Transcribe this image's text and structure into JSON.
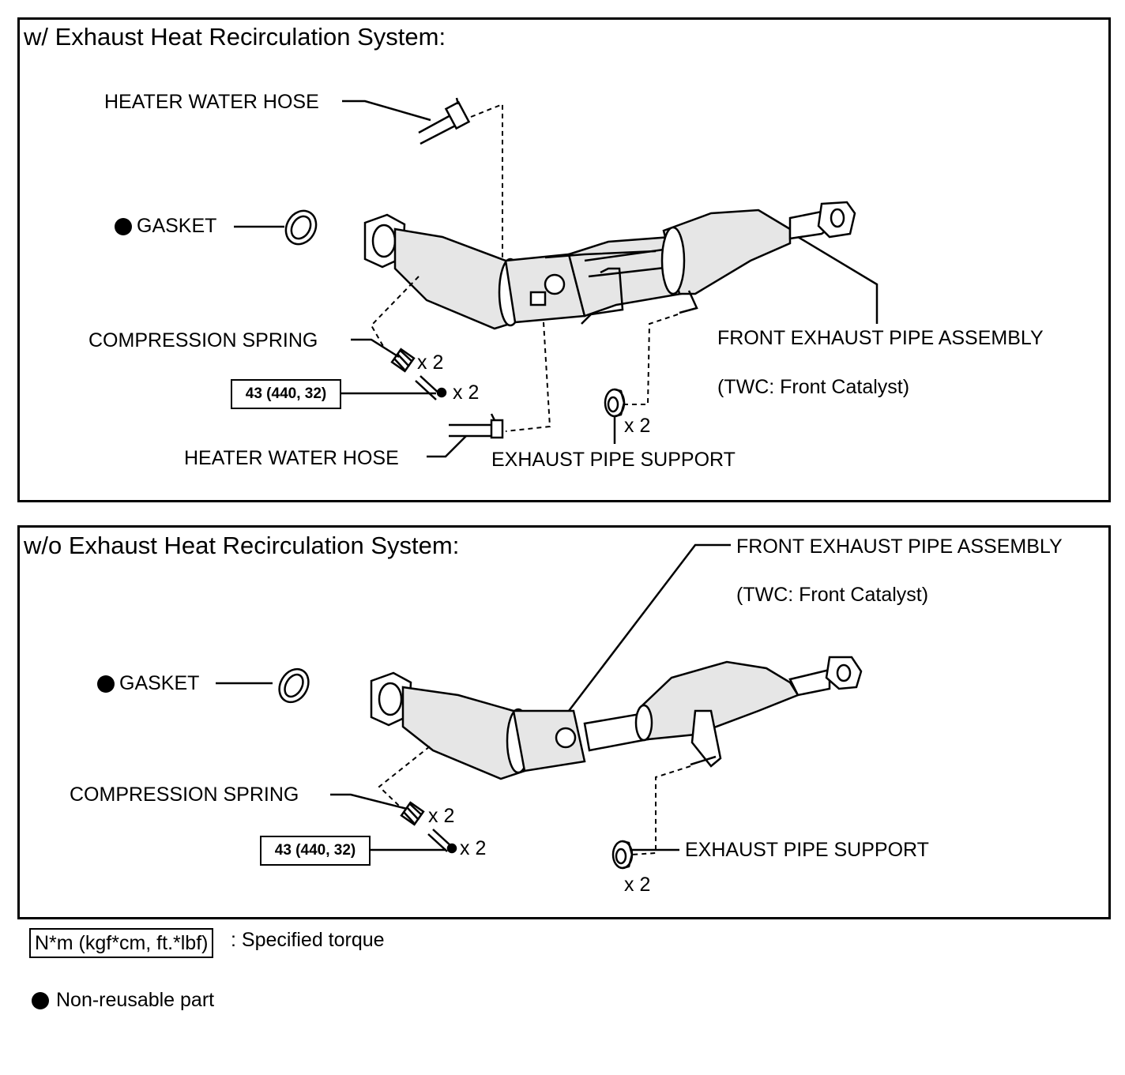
{
  "top_panel": {
    "title": "w/ Exhaust Heat Recirculation System:",
    "labels": {
      "heater_hose_upper": "HEATER WATER HOSE",
      "gasket": "GASKET",
      "compression_spring": "COMPRESSION SPRING",
      "torque": "43 (440, 32)",
      "qty_spring": "x 2",
      "qty_bolt": "x 2",
      "heater_hose_lower": "HEATER WATER HOSE",
      "exhaust_support": "EXHAUST PIPE SUPPORT",
      "qty_support": "x 2",
      "front_pipe": "FRONT EXHAUST PIPE ASSEMBLY",
      "front_pipe_sub": "(TWC: Front Catalyst)"
    }
  },
  "bottom_panel": {
    "title": "w/o Exhaust Heat Recirculation System:",
    "labels": {
      "front_pipe": "FRONT EXHAUST PIPE ASSEMBLY",
      "front_pipe_sub": "(TWC: Front Catalyst)",
      "gasket": "GASKET",
      "compression_spring": "COMPRESSION SPRING",
      "qty_spring": "x 2",
      "torque": "43 (440, 32)",
      "qty_bolt": "x 2",
      "exhaust_support": "EXHAUST PIPE SUPPORT",
      "qty_support": "x 2"
    }
  },
  "legend": {
    "torque_unit": "N*m (kgf*cm, ft.*lbf)",
    "torque_desc": ": Specified torque",
    "non_reusable": "Non-reusable part"
  },
  "colors": {
    "line": "#000000",
    "background": "#ffffff",
    "part_shading": "#e6e6e6"
  }
}
